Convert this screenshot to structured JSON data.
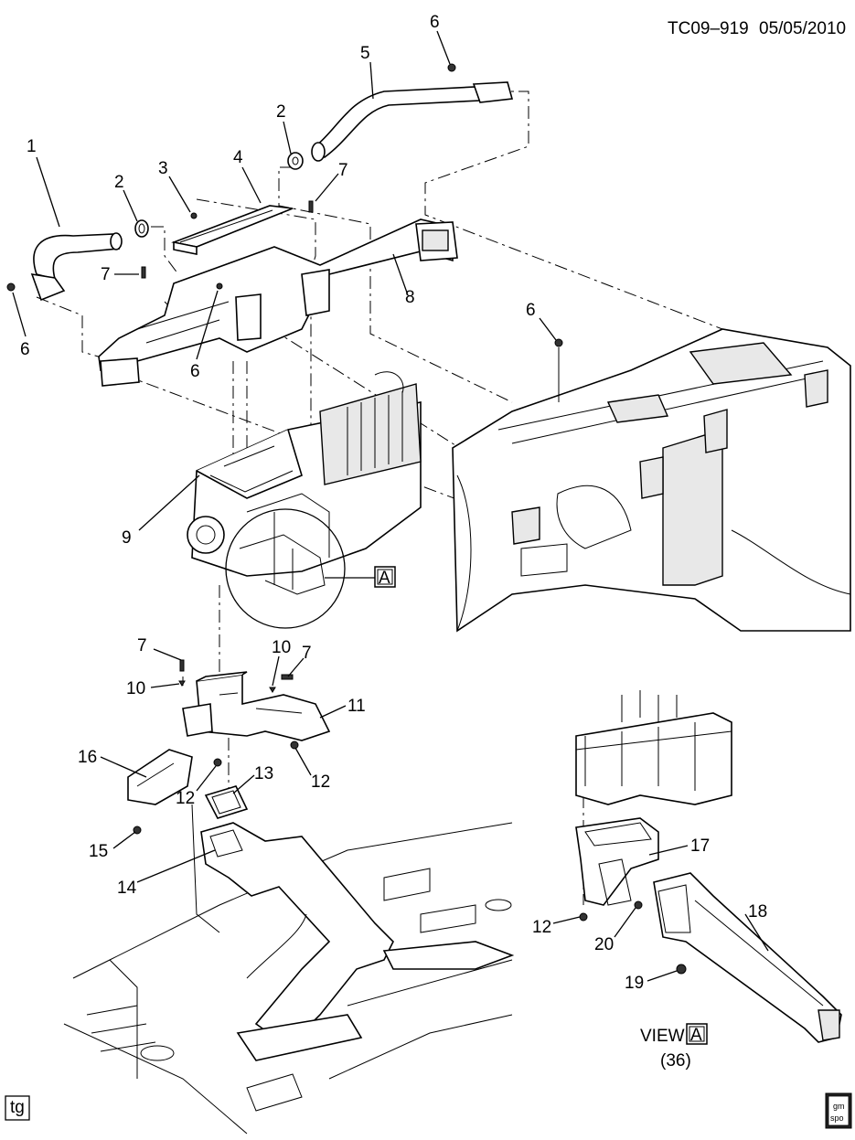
{
  "header": {
    "code": "TC09–919",
    "date": "05/05/2010"
  },
  "callouts": {
    "c1": "1",
    "c2a": "2",
    "c2b": "2",
    "c3": "3",
    "c4": "4",
    "c5": "5",
    "c6a": "6",
    "c6b": "6",
    "c6c": "6",
    "c6d": "6",
    "c7a": "7",
    "c7b": "7",
    "c7c": "7",
    "c7d": "7",
    "c8": "8",
    "c9": "9",
    "c10a": "10",
    "c10b": "10",
    "c11": "11",
    "c12a": "12",
    "c12b": "12",
    "c12c": "12",
    "c13": "13",
    "c14": "14",
    "c15": "15",
    "c16": "16",
    "c17": "17",
    "c18": "18",
    "c19": "19",
    "c20": "20"
  },
  "view_ref": {
    "label": "VIEW",
    "letter": "A",
    "page": "(36)"
  },
  "detail_ref": {
    "letter": "A"
  },
  "footer": {
    "left_tag": "tg",
    "logo_top": "gm",
    "logo_bottom": "spo"
  }
}
